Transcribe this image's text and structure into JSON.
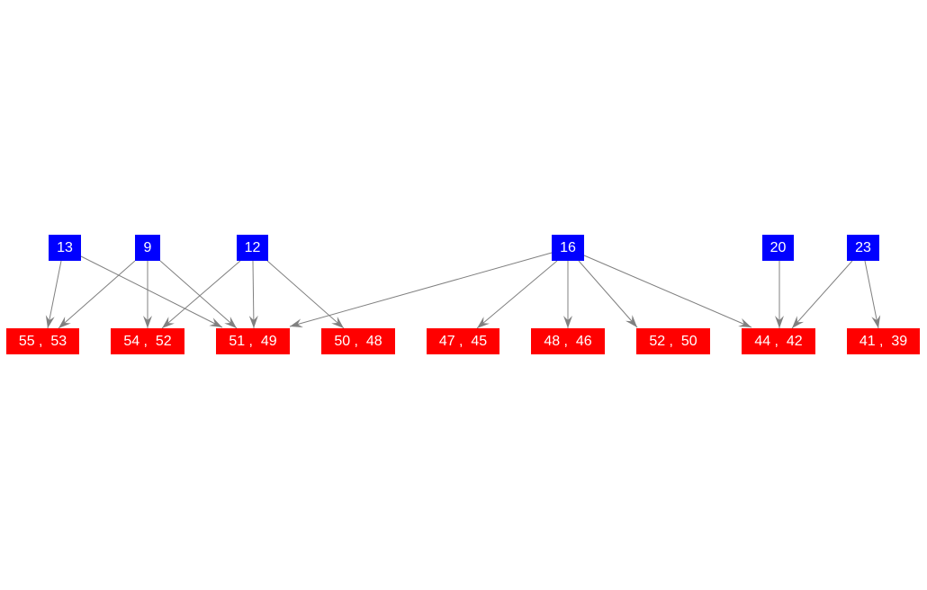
{
  "colors": {
    "source": "#0000ff",
    "target": "#ff0000",
    "edge": "#808080",
    "text": "#ffffff"
  },
  "sources": [
    {
      "id": "s13",
      "label": "13"
    },
    {
      "id": "s9",
      "label": "9"
    },
    {
      "id": "s12",
      "label": "12"
    },
    {
      "id": "s16",
      "label": "16"
    },
    {
      "id": "s20",
      "label": "20"
    },
    {
      "id": "s23",
      "label": "23"
    }
  ],
  "targets": [
    {
      "id": "t5553",
      "label": "55 ,  53"
    },
    {
      "id": "t5452",
      "label": "54 ,  52"
    },
    {
      "id": "t5149",
      "label": "51 ,  49"
    },
    {
      "id": "t5048",
      "label": "50 ,  48"
    },
    {
      "id": "t4745",
      "label": "47 ,  45"
    },
    {
      "id": "t4846",
      "label": "48 ,  46"
    },
    {
      "id": "t5250",
      "label": "52 ,  50"
    },
    {
      "id": "t4442",
      "label": "44 ,  42"
    },
    {
      "id": "t4139",
      "label": "41 ,  39"
    }
  ],
  "edges": [
    {
      "from": "s13",
      "to": "t5553"
    },
    {
      "from": "s13",
      "to": "t5149"
    },
    {
      "from": "s9",
      "to": "t5553"
    },
    {
      "from": "s9",
      "to": "t5452"
    },
    {
      "from": "s9",
      "to": "t5149"
    },
    {
      "from": "s12",
      "to": "t5452"
    },
    {
      "from": "s12",
      "to": "t5149"
    },
    {
      "from": "s12",
      "to": "t5048"
    },
    {
      "from": "s16",
      "to": "t5149"
    },
    {
      "from": "s16",
      "to": "t4745"
    },
    {
      "from": "s16",
      "to": "t4846"
    },
    {
      "from": "s16",
      "to": "t5250"
    },
    {
      "from": "s16",
      "to": "t4442"
    },
    {
      "from": "s20",
      "to": "t4442"
    },
    {
      "from": "s23",
      "to": "t4442"
    },
    {
      "from": "s23",
      "to": "t4139"
    }
  ]
}
